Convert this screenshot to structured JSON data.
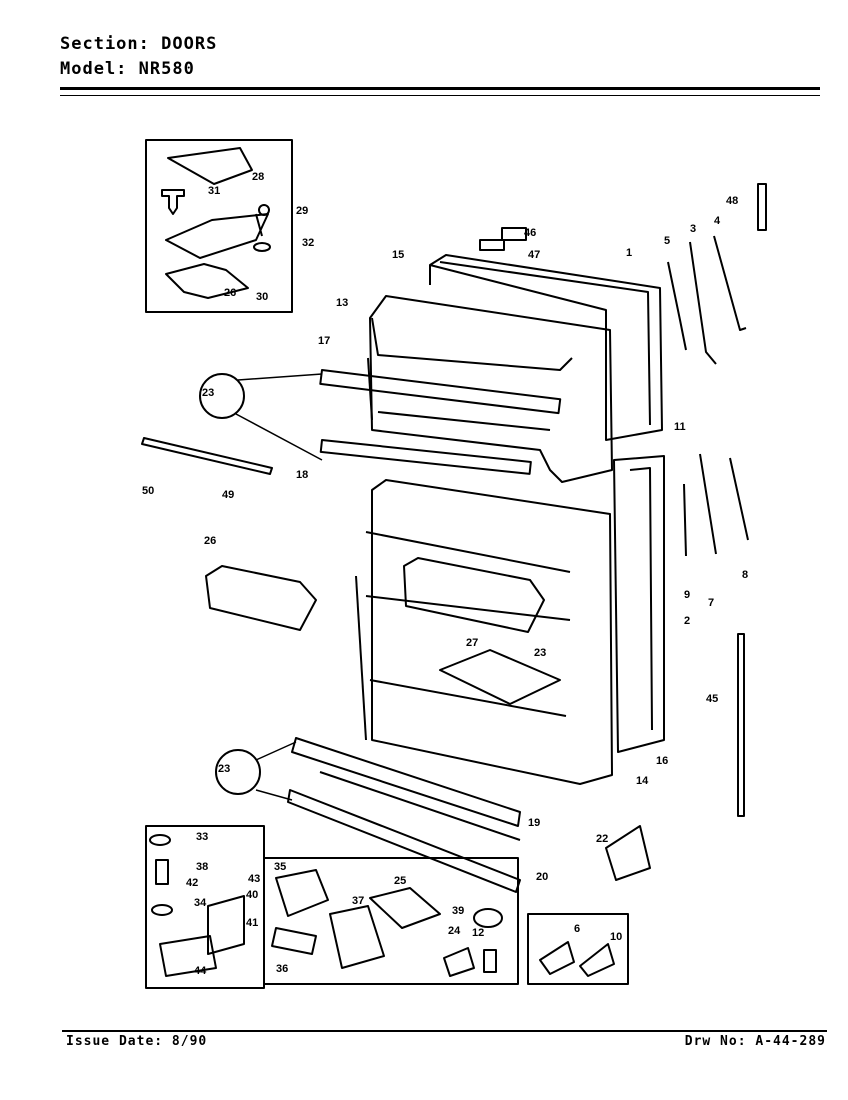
{
  "header": {
    "section_label": "Section:",
    "section_value": "DOORS",
    "model_label": "Model:",
    "model_value": "NR580"
  },
  "footer": {
    "issue_label": "Issue Date:",
    "issue_value": "8/90",
    "drawing_label": "Drw No:",
    "drawing_value": "A-44-289"
  },
  "callouts": [
    "1",
    "2",
    "3",
    "4",
    "5",
    "6",
    "7",
    "8",
    "9",
    "10",
    "11",
    "12",
    "13",
    "14",
    "15",
    "16",
    "17",
    "18",
    "19",
    "20",
    "22",
    "23",
    "23",
    "23",
    "24",
    "25",
    "26",
    "27",
    "28",
    "29",
    "30",
    "31",
    "32",
    "33",
    "34",
    "35",
    "36",
    "37",
    "38",
    "39",
    "40",
    "41",
    "42",
    "43",
    "44",
    "45",
    "46",
    "47",
    "48",
    "49",
    "50",
    "26"
  ]
}
